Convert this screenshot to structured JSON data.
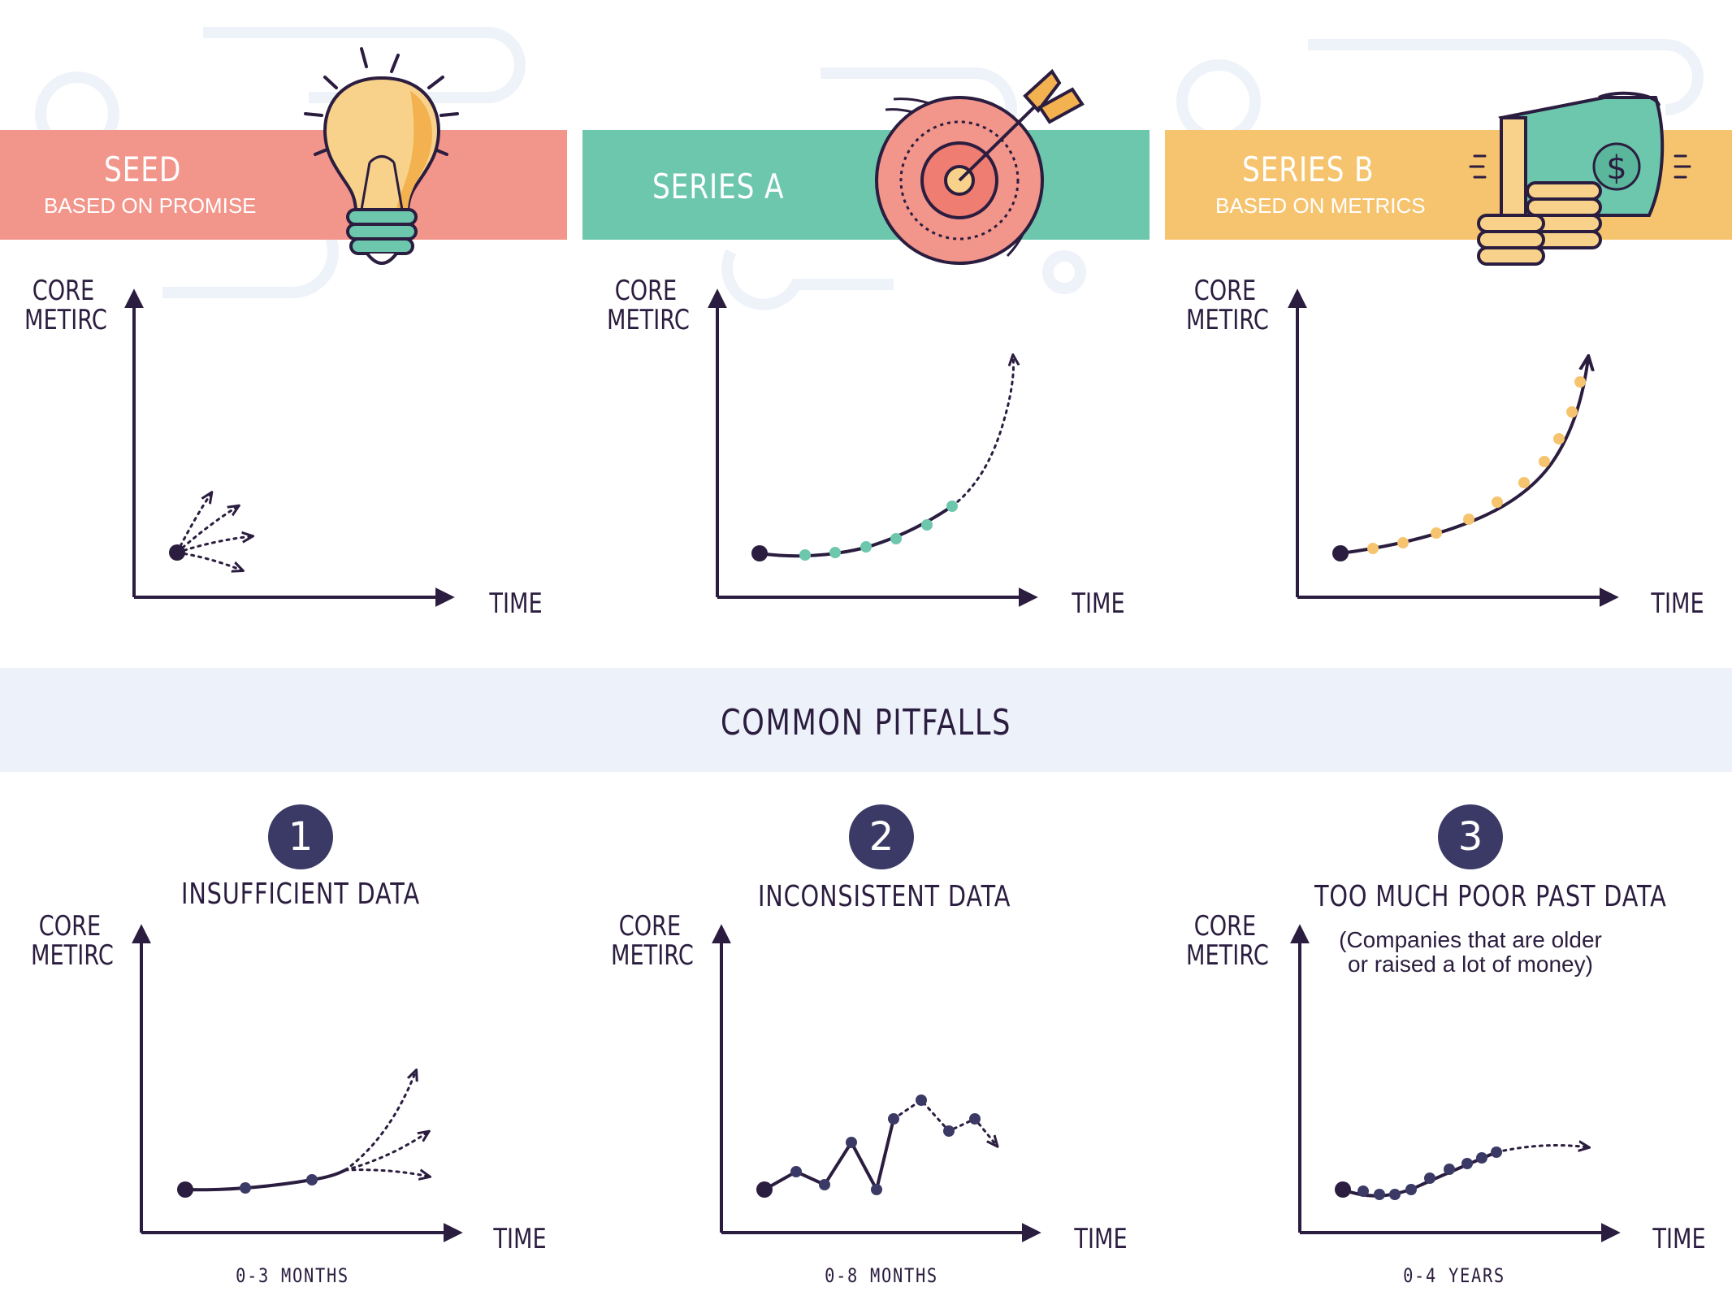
{
  "colors": {
    "seed": "#f2958b",
    "series_a": "#6cc7ad",
    "series_b": "#f6c46f",
    "ink": "#2b1d3f",
    "pitfall_dot": "#3b3a66",
    "pitfalls_bar": "#edf1f9"
  },
  "stages": [
    {
      "title": "SEED",
      "subtitle": "BASED ON PROMISE",
      "icon": "lightbulb-icon",
      "chart": {
        "ylabel": "CORE\nMETIRC",
        "xlabel": "TIME"
      }
    },
    {
      "title": "SERIES A",
      "subtitle": "",
      "icon": "target-icon",
      "chart": {
        "ylabel": "CORE\nMETIRC",
        "xlabel": "TIME"
      }
    },
    {
      "title": "SERIES B",
      "subtitle": "BASED ON METRICS",
      "icon": "money-icon",
      "chart": {
        "ylabel": "CORE\nMETIRC",
        "xlabel": "TIME"
      }
    }
  ],
  "pitfalls_title": "COMMON PITFALLS",
  "pitfalls": [
    {
      "number": "1",
      "title": "INSUFFICIENT DATA",
      "note": "",
      "ylabel": "CORE\nMETIRC",
      "xlabel": "TIME",
      "range": "0-3 MONTHS"
    },
    {
      "number": "2",
      "title": "INCONSISTENT DATA",
      "note": "",
      "ylabel": "CORE\nMETIRC",
      "xlabel": "TIME",
      "range": "0-8 MONTHS"
    },
    {
      "number": "3",
      "title": "TOO MUCH POOR PAST DATA",
      "note": "(Companies that are older\nor raised a lot of money)",
      "ylabel": "CORE\nMETIRC",
      "xlabel": "TIME",
      "range": "0-4 YEARS"
    }
  ]
}
